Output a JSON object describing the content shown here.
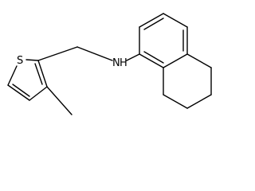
{
  "molecule": {
    "atoms": {
      "sulfur": "S",
      "nitrogen": "N",
      "nitrogen_h": "H"
    }
  },
  "colors": {
    "bond": "#000000",
    "label": "#000000",
    "background": "#ffffff"
  }
}
